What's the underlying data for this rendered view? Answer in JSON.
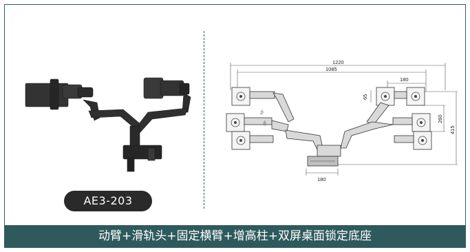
{
  "product": {
    "model": "AE3-203",
    "description": "动臂+滑轨头+固定横臂+增高柱+双屏桌面锁定底座"
  },
  "dimensions": {
    "overall_width": "1220",
    "arm_span": "1085",
    "head_width": "180",
    "vesa_offset": "65",
    "vertical_travel": "260",
    "total_height": "415",
    "base_width": "180",
    "tilt_a": "15°",
    "tilt_b": "15°"
  },
  "colors": {
    "accent": "#2f5a5d",
    "badge": "#2a2a2a",
    "metal": "#2b2b2b"
  }
}
